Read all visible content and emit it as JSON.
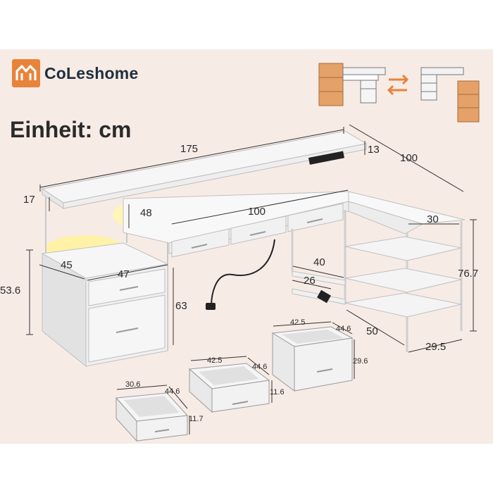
{
  "brand": {
    "name": "CoLeshome"
  },
  "unit_label": "Einheit: cm",
  "dimensions": {
    "top_width": "175",
    "depth_right": "100",
    "riser_height": "13",
    "shelf_top_left": "17",
    "monitor_gap": "48",
    "desk_width": "100",
    "right_wing": "30",
    "cabinet_depth": "45",
    "cabinet_width": "47",
    "cabinet_height": "53.6",
    "desk_height": "63",
    "shelf_depth": "40",
    "keyboard_depth": "26",
    "total_height": "76.7",
    "shelf_width": "50",
    "shelf_side": "29.5",
    "drawer_large_w": "42.5",
    "drawer_large_d": "44.6",
    "drawer_large_h": "29.6",
    "drawer_mid_w": "42.5",
    "drawer_mid_d": "44.6",
    "drawer_mid_h": "11.6",
    "drawer_small_w": "30.6",
    "drawer_small_d": "44.6",
    "drawer_small_h": "11.7"
  },
  "colors": {
    "panel": "#f7ebe5",
    "accent": "#e8833a",
    "line": "#333333",
    "white": "#ffffff"
  },
  "icons": {
    "swap": "swap-arrows-icon",
    "logo": "house-m-logo-icon"
  }
}
